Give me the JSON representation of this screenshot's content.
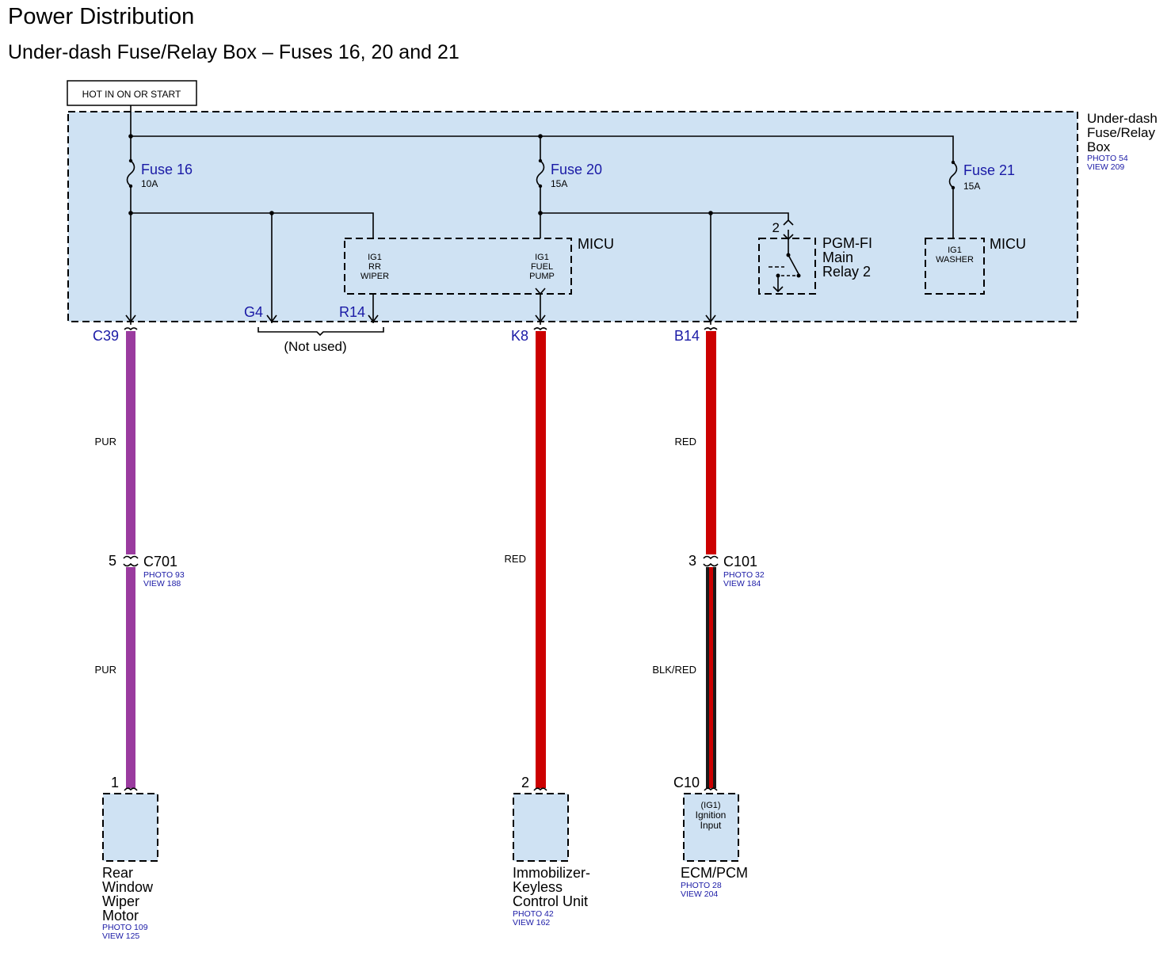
{
  "title": "Power Distribution",
  "subtitle": "Under-dash Fuse/Relay Box – Fuses 16, 20 and 21",
  "power_source": "HOT IN ON OR START",
  "fuse_box": {
    "name_lines": [
      "Under-dash",
      "Fuse/Relay",
      "Box"
    ],
    "photo": "PHOTO 54",
    "view": "VIEW 209"
  },
  "fuses": [
    {
      "name": "Fuse 16",
      "rating": "10A"
    },
    {
      "name": "Fuse 20",
      "rating": "15A"
    },
    {
      "name": "Fuse 21",
      "rating": "15A"
    }
  ],
  "micu_left": {
    "label": "MICU",
    "in1": [
      "IG1",
      "RR",
      "WIPER"
    ],
    "in2": [
      "IG1",
      "FUEL",
      "PUMP"
    ]
  },
  "relay": {
    "pin": "2",
    "name_lines": [
      "PGM-FI",
      "Main",
      "Relay 2"
    ]
  },
  "micu_right": {
    "label": "MICU",
    "in": [
      "IG1",
      "WASHER"
    ]
  },
  "terminals": {
    "c39": "C39",
    "g4": "G4",
    "r14": "R14",
    "not_used": "(Not used)",
    "k8": "K8",
    "b14": "B14"
  },
  "wires": {
    "pur_upper": "PUR",
    "pur_lower": "PUR",
    "red_k8": "RED",
    "red_b14": "RED",
    "blk_red": "BLK/RED"
  },
  "wire_colors": {
    "pur": "#9a3b9f",
    "red": "#cc0000",
    "blk_red_outer": "#1a1a1a",
    "blk_red_inner": "#cc0000"
  },
  "connectors": {
    "c701": {
      "pin": "5",
      "name": "C701",
      "photo": "PHOTO 93",
      "view": "VIEW 188"
    },
    "c101": {
      "pin": "3",
      "name": "C101",
      "photo": "PHOTO 32",
      "view": "VIEW 184"
    }
  },
  "components": {
    "wiper": {
      "pin": "1",
      "name_lines": [
        "Rear",
        "Window",
        "Wiper",
        "Motor"
      ],
      "photo": "PHOTO 109",
      "view": "VIEW 125"
    },
    "immobilizer": {
      "pin": "2",
      "name_lines": [
        "Immobilizer-",
        "Keyless",
        "Control Unit"
      ],
      "photo": "PHOTO 42",
      "view": "VIEW 162"
    },
    "ecm": {
      "pin": "C10",
      "inner_lines": [
        "(IG1)",
        "Ignition",
        "Input"
      ],
      "name": "ECM/PCM",
      "photo": "PHOTO 28",
      "view": "VIEW 204"
    }
  },
  "colors": {
    "box_fill": "#cfe2f3",
    "label_blue": "#1a1aa6"
  }
}
